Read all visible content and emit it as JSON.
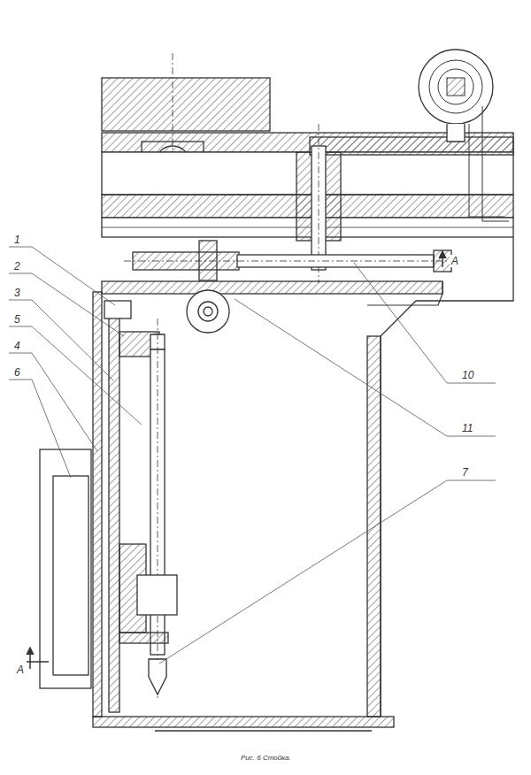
{
  "diagram": {
    "caption": "Рис. 6 Стойка.",
    "labels": [
      "1",
      "2",
      "3",
      "5",
      "4",
      "6",
      "10",
      "11",
      "7",
      "A",
      "A"
    ]
  }
}
